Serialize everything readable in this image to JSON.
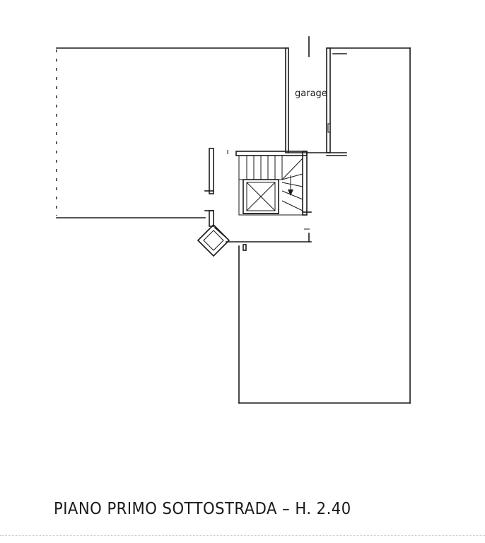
{
  "plan": {
    "rooms": [
      {
        "id": "garage",
        "label": "garage"
      }
    ]
  },
  "caption": "PIANO PRIMO SOTTOSTRADA – H. 2.40",
  "colors": {
    "line": "#1a1a1a",
    "background": "#ffffff"
  },
  "icons": [
    "elevator-cross-icon",
    "stair-arrow-icon",
    "door-swing-icon"
  ]
}
